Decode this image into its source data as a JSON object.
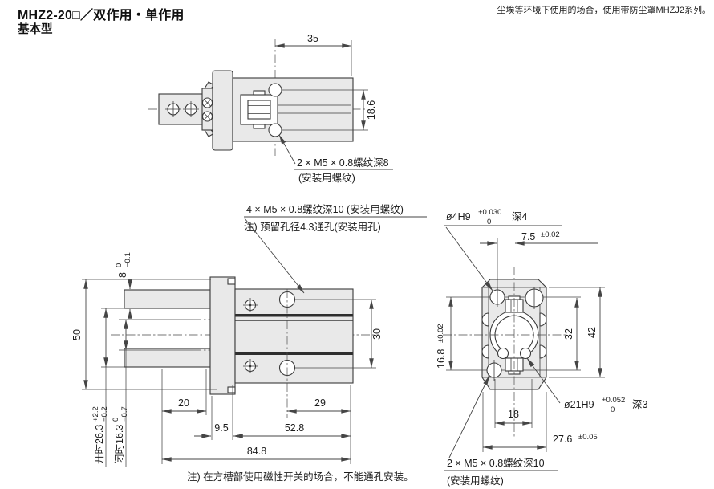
{
  "header": {
    "title": "MHZ2-20□／双作用・单作用",
    "subtitle": "基本型",
    "note": "尘埃等环境下使用的场合，使用带防尘罩MHZJ2系列。"
  },
  "top_view": {
    "dim_width": "35",
    "dim_hole_spacing": "18.6",
    "thread_note": "2 × M5 × 0.8螺纹深8",
    "thread_note_sub": "(安装用螺纹)"
  },
  "front_view": {
    "thread_note": "4 × M5 × 0.8螺纹深10 (安装用螺纹)",
    "hole_note": "注) 预留孔径4.3通孔(安装用孔)",
    "dim_finger": "8",
    "dim_finger_tol_upper": "0",
    "dim_finger_tol_lower": "−0.1",
    "dim_height": "50",
    "dim_open": "开时26.3",
    "dim_open_tol_upper": "+2.2",
    "dim_open_tol_lower": "−0.2",
    "dim_closed": "闭时16.3",
    "dim_closed_tol_upper": "0",
    "dim_closed_tol_lower": "−0.7",
    "dim_20": "20",
    "dim_29": "29",
    "dim_9_5": "9.5",
    "dim_52_8": "52.8",
    "dim_84_8": "84.8",
    "dim_30": "30",
    "note": "注) 在方槽部使用磁性开关的场合，不能通孔安装。"
  },
  "side_view": {
    "pin_hole": "ø4H9",
    "pin_hole_tol_upper": "+0.030",
    "pin_hole_tol_lower": "0",
    "pin_hole_depth": "深4",
    "dim_7_5": "7.5",
    "dim_7_5_tol": "±0.02",
    "dim_16_8": "16.8",
    "dim_16_8_tol": "±0.02",
    "dim_32": "32",
    "dim_42": "42",
    "bore": "ø21H9",
    "bore_tol_upper": "+0.052",
    "bore_tol_lower": "0",
    "bore_depth": "深3",
    "dim_18": "18",
    "dim_27_6": "27.6",
    "dim_27_6_tol": "±0.05",
    "thread_note": "2 × M5 × 0.8螺纹深10",
    "thread_note_sub": "(安装用螺纹)"
  }
}
